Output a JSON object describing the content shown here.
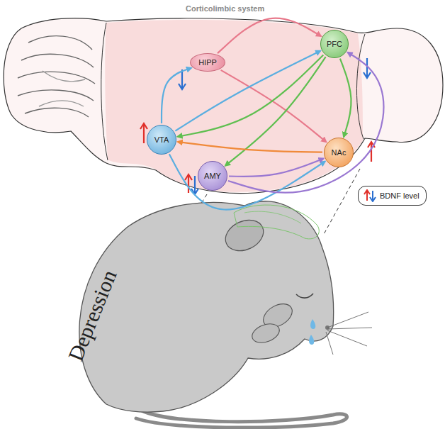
{
  "diagram": {
    "nodes": [
      {
        "text": [
          "HIPP"
        ]
      },
      {
        "text": [
          "PFC"
        ]
      },
      {
        "text": [
          "VTA"
        ]
      },
      {
        "text": [
          "AMY"
        ]
      },
      {
        "text": [
          "NAc"
        ]
      }
    ],
    "edges": [
      {
        "from": 0,
        "to": 1,
        "arrow": "to"
      },
      {
        "from": 0,
        "to": 4,
        "arrow": "to"
      },
      {
        "from": 2,
        "to": 0,
        "arrow": "to"
      },
      {
        "from": 2,
        "to": 1,
        "arrow": "to"
      },
      {
        "from": 2,
        "to": 4,
        "arrow": "to"
      },
      {
        "from": 1,
        "to": 2,
        "arrow": "to"
      },
      {
        "from": 1,
        "to": 4,
        "arrow": "to"
      },
      {
        "from": 1,
        "to": 3,
        "arrow": "to"
      },
      {
        "from": 4,
        "to": 2,
        "arrow": "to"
      },
      {
        "from": 3,
        "to": 4,
        "arrow": "to"
      },
      {
        "from": 3,
        "to": 1,
        "arrow": "to"
      }
    ],
    "labels": [
      "Corticolimbic system",
      "Depression"
    ],
    "legend": [
      {
        "text": "BDNF level"
      }
    ]
  }
}
